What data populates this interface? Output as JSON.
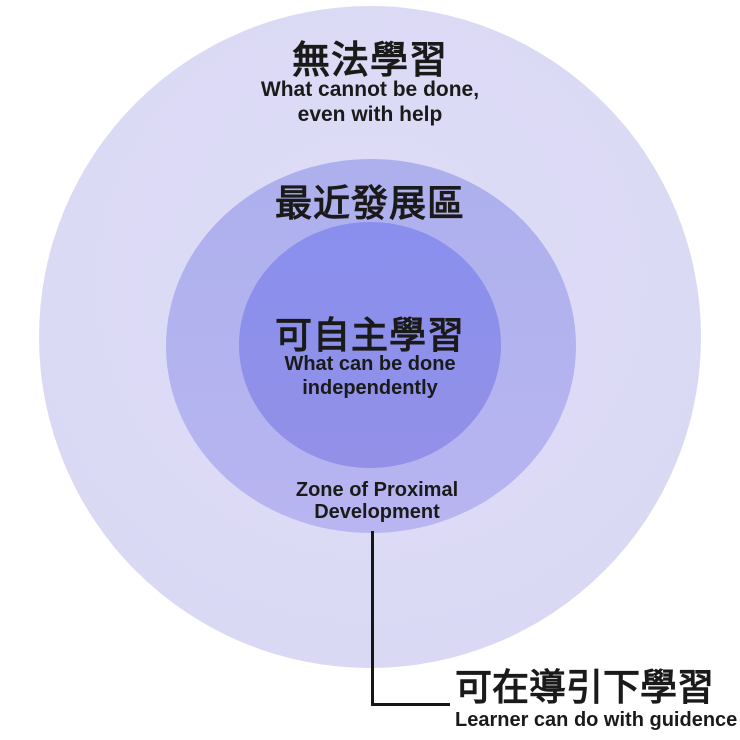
{
  "colors": {
    "background": "#ffffff",
    "outer_circle": "#dbdaf5",
    "middle_ring": "#b3b3ef",
    "inner_circle": "#8e90ea",
    "text": "#1a1a1a",
    "connector_line": "#161616"
  },
  "outer_ring": {
    "title": "無法學習",
    "desc_line1": "What cannot be done,",
    "desc_line2": "even with help"
  },
  "middle_ring": {
    "title": "最近發展區",
    "label_line1": "Zone of Proximal",
    "label_line2": "Development"
  },
  "inner_circle": {
    "title": "可自主學習",
    "desc_line1": "What can be done",
    "desc_line2": "independently"
  },
  "callout": {
    "title": "可在導引下學習",
    "desc": "Learner can do with guidence"
  }
}
